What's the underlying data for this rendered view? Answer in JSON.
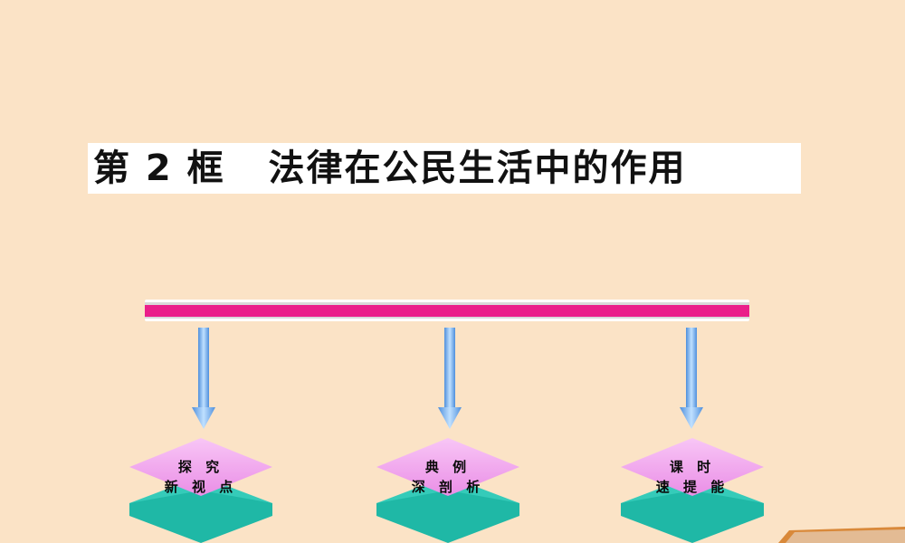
{
  "slide": {
    "title": "第 2 框   法律在公民生活中的作用"
  },
  "nodes": [
    {
      "line1": "探 究",
      "line2": "新 视 点"
    },
    {
      "line1": "典 例",
      "line2": "深 剖 析"
    },
    {
      "line1": "课 时",
      "line2": "速 提 能"
    }
  ],
  "colors": {
    "background": "#fbe3c6",
    "bar": "#ea1e8a",
    "arrow": "#78b4f0",
    "node_top": "#f3a6f0",
    "node_side": "#2fcab8"
  }
}
